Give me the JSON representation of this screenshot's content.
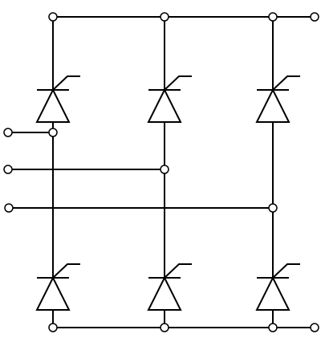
{
  "diagram": {
    "type": "three-phase-thyristor-bridge",
    "components": {
      "thyristors": [
        {
          "id": "T1",
          "position": "upper",
          "leg": 1
        },
        {
          "id": "T2",
          "position": "upper",
          "leg": 2
        },
        {
          "id": "T3",
          "position": "upper",
          "leg": 3
        },
        {
          "id": "T4",
          "position": "lower",
          "leg": 1
        },
        {
          "id": "T5",
          "position": "lower",
          "leg": 2
        },
        {
          "id": "T6",
          "position": "lower",
          "leg": 3
        }
      ],
      "terminals": [
        {
          "id": "dc-positive",
          "side": "right",
          "rail": "top"
        },
        {
          "id": "dc-negative",
          "side": "right",
          "rail": "bottom"
        },
        {
          "id": "ac-input-1",
          "side": "left",
          "leg": 1
        },
        {
          "id": "ac-input-2",
          "side": "left",
          "leg": 2
        },
        {
          "id": "ac-input-3",
          "side": "left",
          "leg": 3
        }
      ]
    },
    "colors": {
      "stroke": "#000000",
      "background": "#ffffff"
    }
  }
}
